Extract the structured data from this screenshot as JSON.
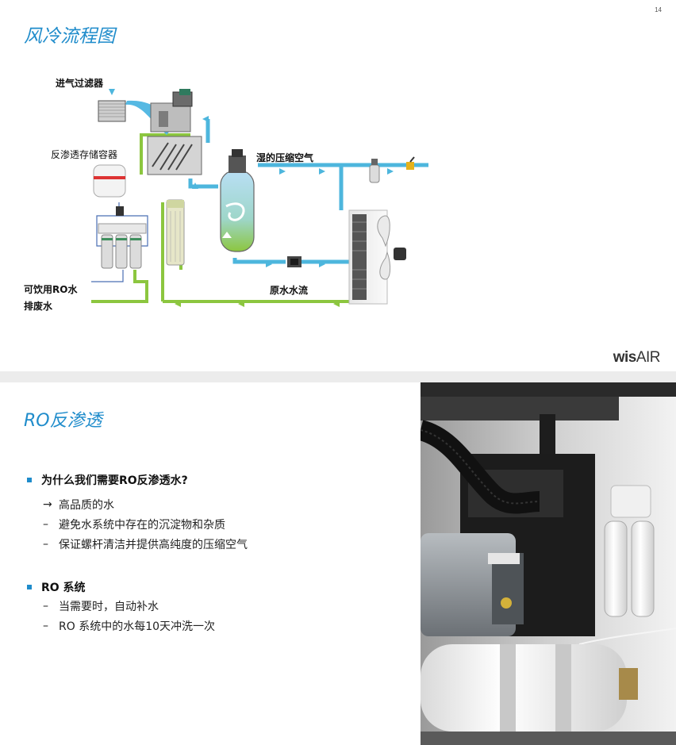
{
  "slide1": {
    "page_number": "14",
    "title": "风冷流程图",
    "labels": {
      "intake_filter": "进气过滤器",
      "ro_tank": "反渗透存储容器",
      "wet_air": "湿的压缩空气",
      "drinkable_ro": "可饮用RO水",
      "drain": "排废水",
      "raw_water": "原水水流"
    },
    "logo": {
      "part1": "wis",
      "part2": "AIR"
    }
  },
  "slide2": {
    "title": "RO反渗透",
    "sections": [
      {
        "heading": "为什么我们需要RO反渗透水?",
        "items": [
          {
            "marker": "→",
            "text": "高品质的水"
          },
          {
            "marker": "–",
            "text": "避免水系统中存在的沉淀物和杂质"
          },
          {
            "marker": "–",
            "text": "保证螺杆清洁并提供高纯度的压缩空气"
          }
        ]
      },
      {
        "heading": "RO 系统",
        "items": [
          {
            "marker": "–",
            "text": "当需要时，自动补水"
          },
          {
            "marker": "–",
            "text": "RO 系统中的水每10天冲洗一次"
          }
        ]
      }
    ]
  },
  "colors": {
    "accent": "#1f8ccb",
    "pipe_water": "#4db6dd",
    "pipe_green": "#8cc63f"
  }
}
